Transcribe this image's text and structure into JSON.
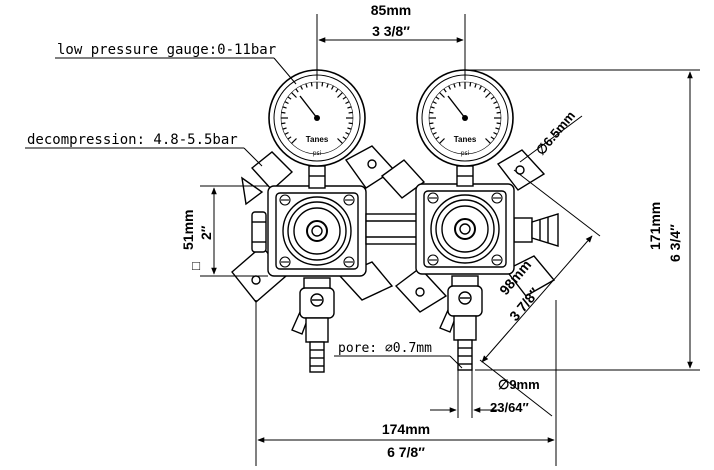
{
  "callouts": {
    "low_pressure_gauge": "low pressure gauge:0-11bar",
    "decompression": "decompression: 4.8-5.5bar",
    "pore": "pore: ∅0.7mm"
  },
  "dimensions": {
    "gauge_spacing_mm": "85mm",
    "gauge_spacing_in": "3 3/8″",
    "body_square_mm": "51mm",
    "body_square_in": "2″",
    "body_square_prefix": "□",
    "gauge_dia_mm": "∅6.5mm",
    "height_mm": "171mm",
    "height_in": "6 3/4″",
    "diag_mm": "98mm",
    "diag_in": "3 7/8″",
    "outlet_mm": "∅9mm",
    "outlet_in": "23/64″",
    "width_mm": "174mm",
    "width_in": "6 7/8″"
  },
  "gauge_face": {
    "brand": "Tanes",
    "unit": "psi"
  }
}
